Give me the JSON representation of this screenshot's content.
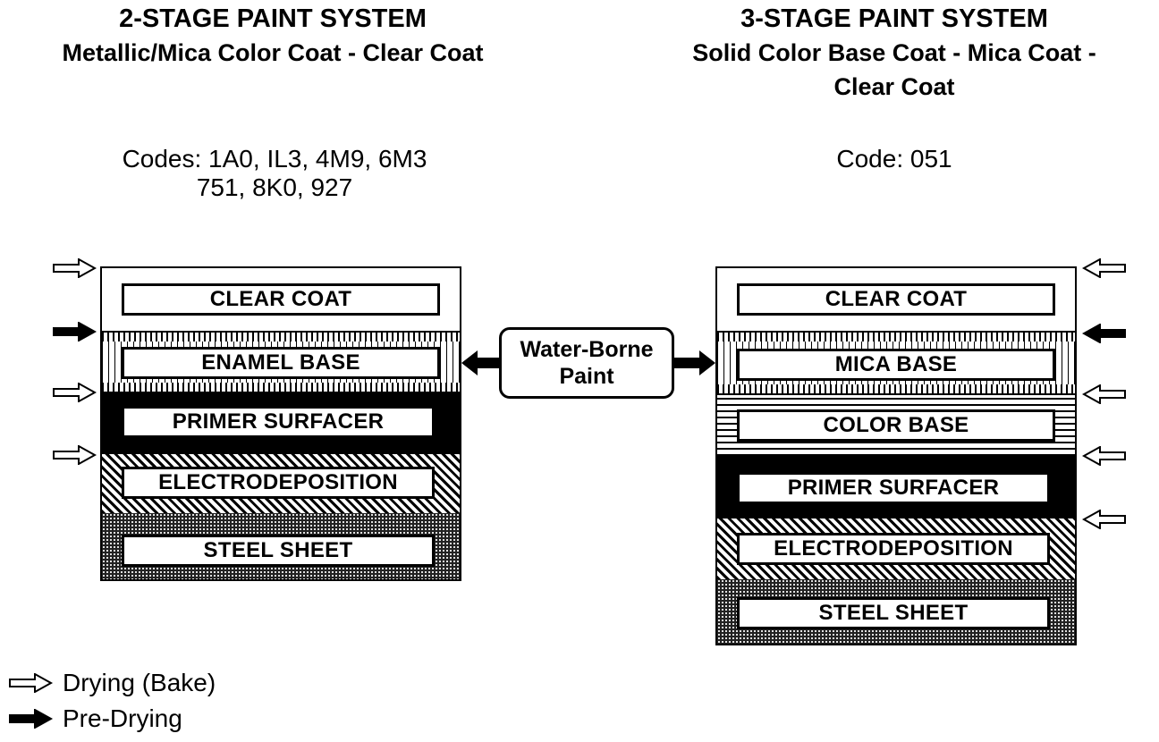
{
  "left": {
    "title": "2-STAGE PAINT SYSTEM",
    "subtitle": "Metallic/Mica Color Coat - Clear Coat",
    "codes_line1": "Codes: 1A0, IL3, 4M9, 6M3",
    "codes_line2": "751, 8K0, 927",
    "layers": [
      "CLEAR COAT",
      "ENAMEL BASE",
      "PRIMER SURFACER",
      "ELECTRODEPOSITION",
      "STEEL SHEET"
    ]
  },
  "right": {
    "title": "3-STAGE PAINT SYSTEM",
    "subtitle_line1": "Solid Color Base Coat - Mica Coat -",
    "subtitle_line2": "Clear Coat",
    "codes_line1": "Code: 051",
    "layers": [
      "CLEAR COAT",
      "MICA BASE",
      "COLOR BASE",
      "PRIMER SURFACER",
      "ELECTRODEPOSITION",
      "STEEL SHEET"
    ]
  },
  "water_borne": {
    "line1": "Water-Borne",
    "line2": "Paint"
  },
  "legend": {
    "drying": "Drying (Bake)",
    "pre_drying": "Pre-Drying"
  },
  "icons": {
    "hollow_arrow": "drying-arrow-icon",
    "solid_arrow": "pre-drying-arrow-icon"
  }
}
